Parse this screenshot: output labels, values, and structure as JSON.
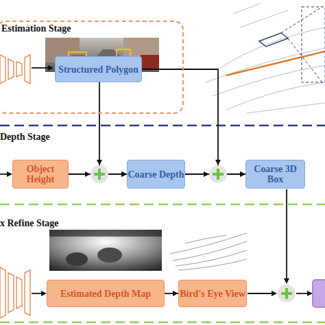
{
  "diagram": {
    "nodes": [
      {
        "text": [
          "Estimation Stage"
        ]
      },
      {
        "text": [
          "Structured Polygon"
        ],
        "in": 0
      },
      {
        "text": [
          "Object Height"
        ]
      },
      {
        "text": [
          "Coarse Depth"
        ]
      },
      {
        "text": [
          "Coarse 3D Box"
        ]
      },
      {
        "text": [
          "Estimated Depth Map"
        ]
      },
      {
        "text": [
          "Bird's Eye View"
        ]
      }
    ],
    "edges": [
      {
        "from": 1,
        "to": 3,
        "arrow": "to"
      },
      {
        "from": 2,
        "to": 3,
        "arrow": "to"
      },
      {
        "from": 1,
        "to": 4,
        "arrow": "to"
      },
      {
        "from": 3,
        "to": 4,
        "arrow": "to"
      },
      {
        "from": 5,
        "to": 6,
        "arrow": "to"
      }
    ],
    "labels": [
      "Depth Stage",
      "x Refine Stage"
    ]
  }
}
